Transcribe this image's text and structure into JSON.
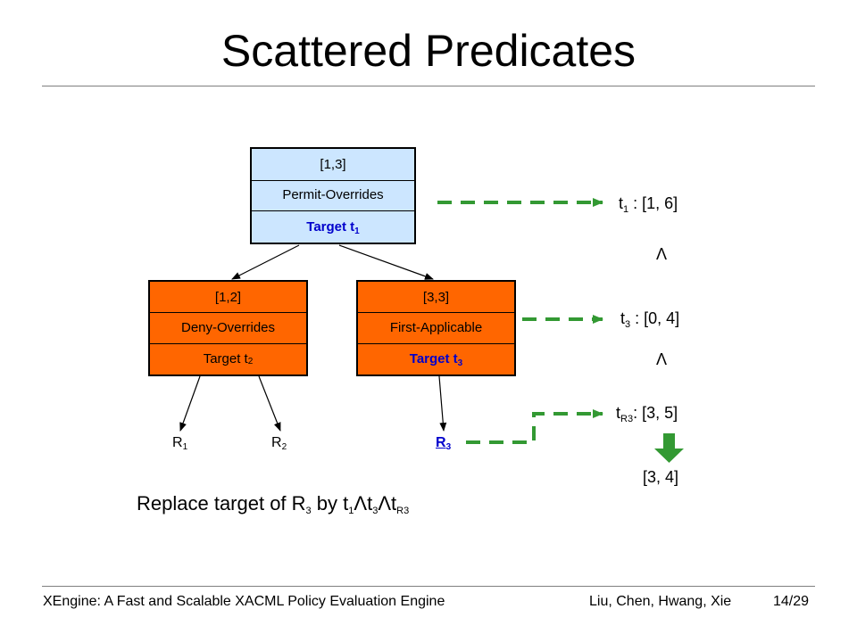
{
  "title": "Scattered Predicates",
  "root": {
    "range": "[1,3]",
    "algorithm": "Permit-Overrides",
    "target": "Target t",
    "target_sub": "1"
  },
  "left": {
    "range": "[1,2]",
    "algorithm": "Deny-Overrides",
    "target": "Target t",
    "target_sub": "2"
  },
  "right": {
    "range": "[3,3]",
    "algorithm": "First-Applicable",
    "target": "Target t",
    "target_sub": "3"
  },
  "rules": {
    "r1": {
      "base": "R",
      "sub": "1"
    },
    "r2": {
      "base": "R",
      "sub": "2"
    },
    "r3": {
      "base": "R",
      "sub": "3"
    }
  },
  "right_panel": {
    "t1_var": "t",
    "t1_sub": "1",
    "t1_value": " : [1, 6]",
    "and_1": "Λ",
    "t3_var": "t",
    "t3_sub": "3",
    "t3_value": " : [0, 4]",
    "and_2": "Λ",
    "tr3_var": "t",
    "tr3_sub": "R3",
    "tr3_value": ": [3, 5]",
    "result": "[3, 4]"
  },
  "caption": {
    "p1": "Replace target of R",
    "s1": "3",
    "p2": " by t",
    "s2": "1",
    "p3": "Λt",
    "s3": "3",
    "p4": "Λt",
    "s4": "R3"
  },
  "footer": {
    "left": "XEngine: A Fast and Scalable XACML Policy Evaluation Engine",
    "authors": "Liu, Chen, Hwang, Xie",
    "page": "14/29"
  },
  "colors": {
    "root_fill": "#cce6ff",
    "child_fill": "#ff6600",
    "arrow_green": "#339933",
    "target_blue": "#0000cc"
  }
}
